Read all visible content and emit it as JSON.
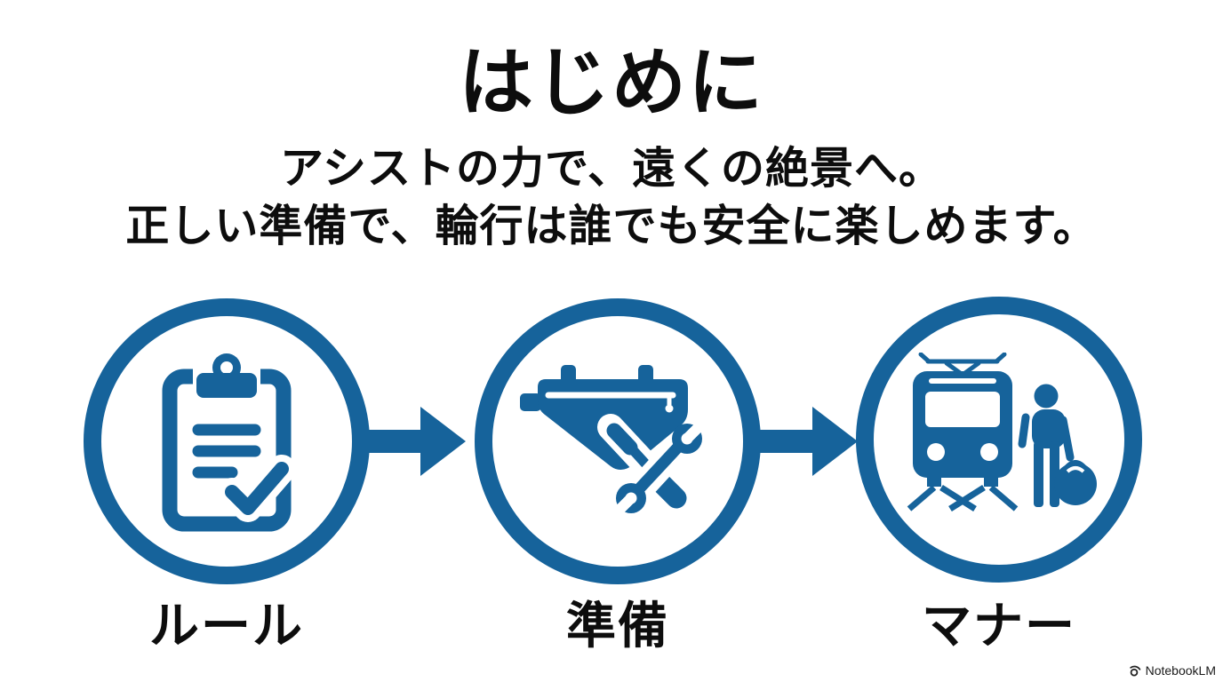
{
  "slide": {
    "background": "#ffffff"
  },
  "colors": {
    "accent_blue": "#16639b",
    "text": "#0d0d0d"
  },
  "title": "はじめに",
  "subtitle": {
    "line1": "アシストの力で、遠くの絶景へ。",
    "line2": "正しい準備で、輪行は誰でも安全に楽しめます。"
  },
  "steps": [
    {
      "label": "ルール",
      "icon": "clipboard-check-icon"
    },
    {
      "label": "準備",
      "icon": "bike-frame-bag-tools-icon"
    },
    {
      "label": "マナー",
      "icon": "train-passenger-icon"
    }
  ],
  "connectors": [
    {
      "icon": "arrow-right-icon"
    },
    {
      "icon": "arrow-right-icon"
    }
  ],
  "footer": {
    "brand": "NotebookLM",
    "logo_icon": "notebooklm-logo-icon"
  }
}
